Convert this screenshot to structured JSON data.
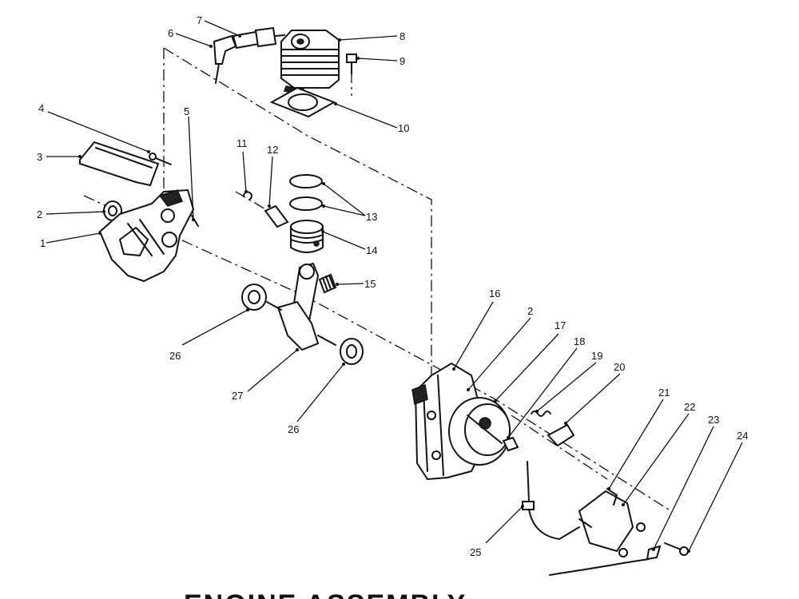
{
  "diagram": {
    "title": "ENGINE ASSEMBLY",
    "callouts": {
      "c1": "1",
      "c2a": "2",
      "c2b": "2",
      "c3": "3",
      "c4": "4",
      "c5": "5",
      "c6": "6",
      "c7": "7",
      "c8": "8",
      "c9": "9",
      "c10": "10",
      "c11": "11",
      "c12": "12",
      "c13": "13",
      "c14": "14",
      "c15": "15",
      "c16": "16",
      "c17": "17",
      "c18": "18",
      "c19": "19",
      "c20": "20",
      "c21": "21",
      "c22": "22",
      "c23": "23",
      "c24": "24",
      "c25": "25",
      "c26a": "26",
      "c26b": "26",
      "c27": "27"
    }
  }
}
